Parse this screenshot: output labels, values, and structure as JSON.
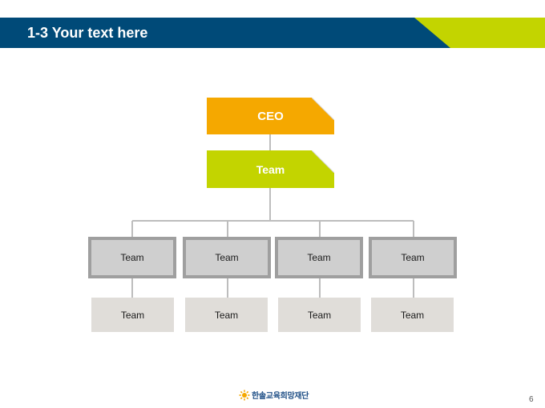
{
  "header": {
    "title": "1-3 Your text here",
    "colors": {
      "bar": "#004a78",
      "accent": "#c3d400"
    }
  },
  "org_chart": {
    "top": {
      "label": "CEO",
      "color": "#f5a800"
    },
    "lead": {
      "label": "Team",
      "color": "#c3d400"
    },
    "teams": [
      {
        "label": "Team",
        "sub_label": "Team"
      },
      {
        "label": "Team",
        "sub_label": "Team"
      },
      {
        "label": "Team",
        "sub_label": "Team"
      },
      {
        "label": "Team",
        "sub_label": "Team"
      }
    ]
  },
  "footer": {
    "logo_text": "한솔교육희망재단",
    "page_number": "6"
  }
}
